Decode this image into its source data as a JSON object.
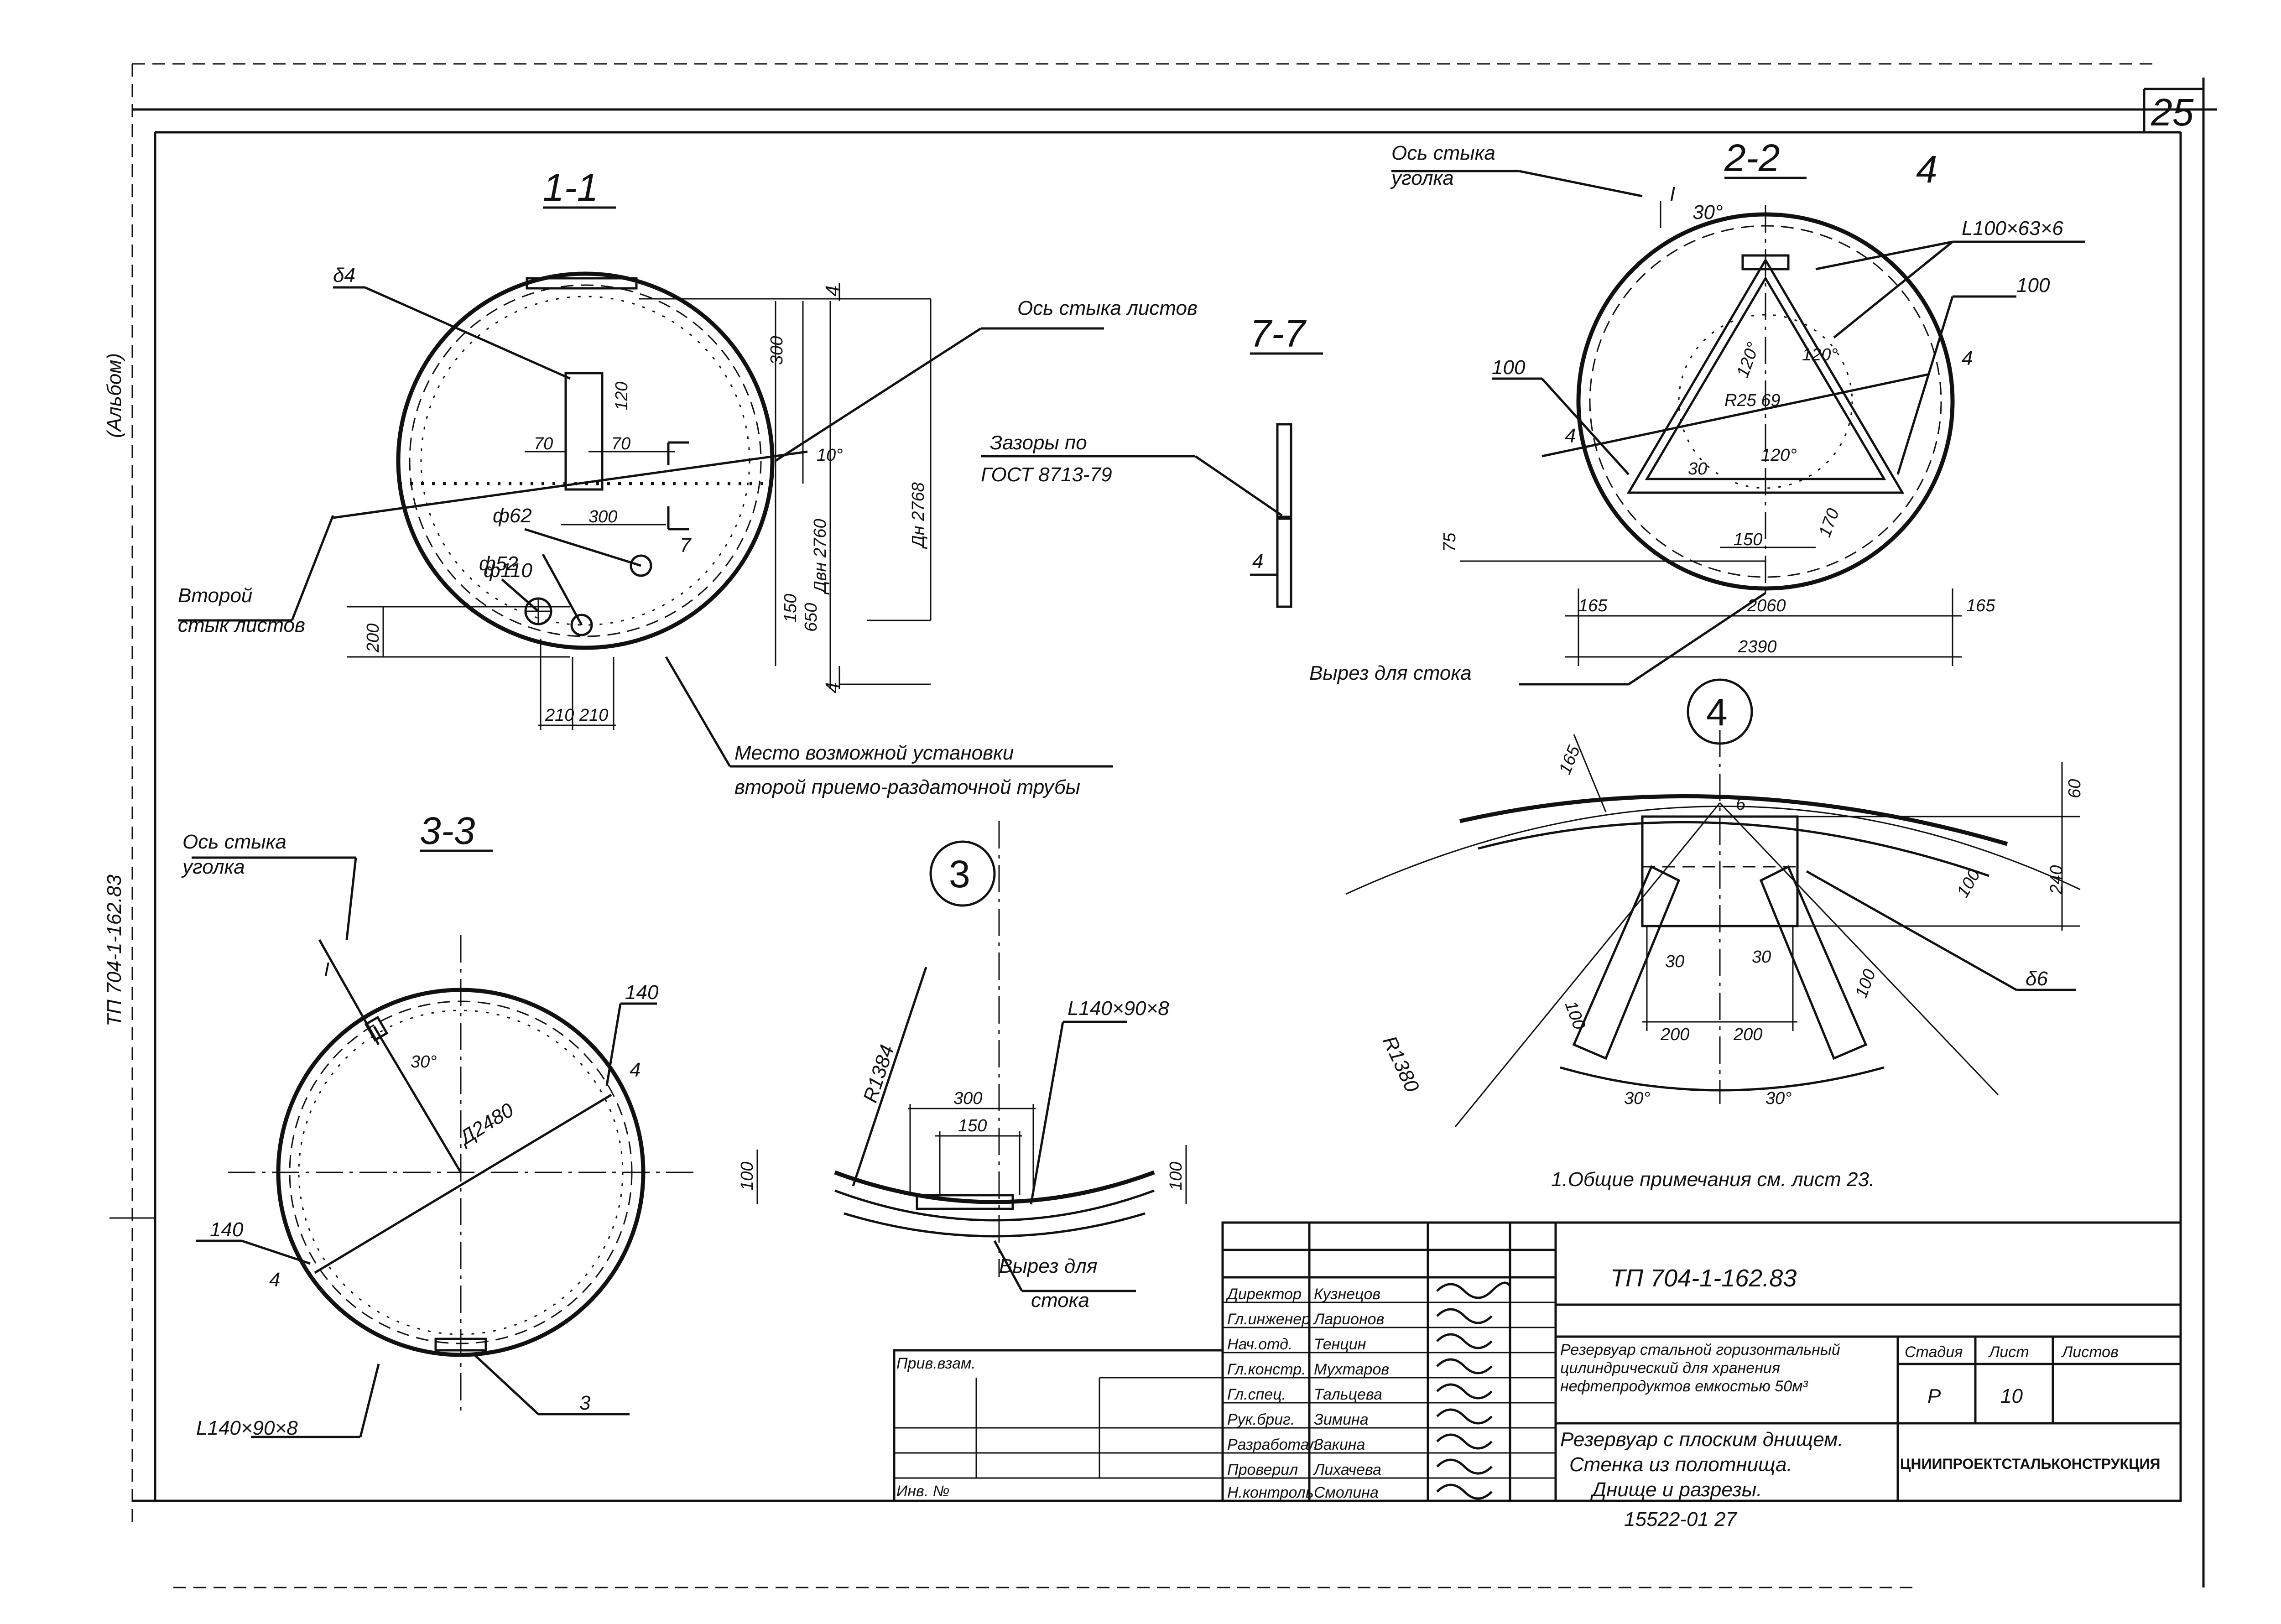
{
  "sheet": {
    "page_number": "25",
    "side_text": "ТП 704-1-162.83",
    "side_text2": "(Альбом)"
  },
  "section_1_1": {
    "title": "1-1",
    "labels": {
      "thickness": "δ4",
      "axis_sheets": "Ось стыка листов",
      "second_joint_line1": "Второй",
      "second_joint_line2": "стык листов",
      "pipe_place_line1": "Место возможной установки",
      "pipe_place_line2": "второй приемо-раздаточной трубы",
      "d62a": "ф62",
      "d52": "ф52",
      "d110": "ф110",
      "section_mark": "7"
    },
    "dims": {
      "d300_top": "300",
      "d120": "120",
      "d70a": "70",
      "d70b": "70",
      "d300_mid": "300",
      "angle10": "10°",
      "dvn": "Двн 2760",
      "dn": "Дн 2768",
      "d150": "150",
      "d650": "650",
      "d200": "200",
      "d210a": "210",
      "d210b": "210",
      "t4_top": "4",
      "t4_bot": "4"
    }
  },
  "section_7_7": {
    "title": "7-7",
    "gap_line1": "Зазоры по",
    "gap_line2": "ГОСТ 8713-79",
    "t4": "4"
  },
  "section_2_2": {
    "title": "2-2",
    "labels": {
      "axis_angle_line1": "Ось стыка",
      "axis_angle_line2": "уголка",
      "t4a": "4",
      "profile": "L100×63×6",
      "d100a": "100",
      "d100b": "100",
      "t4b": "4",
      "t4c": "4",
      "cut": "Вырез для стока",
      "i1": "I"
    },
    "dims": {
      "angle30": "30°",
      "a120a": "120°",
      "a120b": "120°",
      "a120c": "120°",
      "r1": "R25 69",
      "d30": "30",
      "d150": "150",
      "d170": "170",
      "d75": "75",
      "d165a": "165",
      "d2060": "2060",
      "d165b": "165",
      "d2390": "2390"
    }
  },
  "section_3_3": {
    "title": "3-3",
    "labels": {
      "axis_angle_line1": "Ось стыка",
      "axis_angle_line2": "уголка",
      "d140a": "140",
      "d140b": "140",
      "t4a": "4",
      "t4b": "4",
      "diam": "Д2480",
      "angle30": "30°",
      "profile": "L140×90×8",
      "node3": "3",
      "i1": "I"
    }
  },
  "node_3": {
    "number": "3",
    "radius": "R1384",
    "profile": "L140×90×8",
    "d300": "300",
    "d150": "150",
    "d100a": "100",
    "d100b": "100",
    "cut_line1": "Вырез для",
    "cut_line2": "стока"
  },
  "node_4": {
    "number": "4",
    "d165": "165",
    "d60": "60",
    "d240": "240",
    "d100a": "100",
    "d100b": "100",
    "d100c": "100",
    "w6": "6",
    "d30a": "30",
    "d30b": "30",
    "d200a": "200",
    "d200b": "200",
    "a30a": "30°",
    "a30b": "30°",
    "radius": "R1380",
    "thickness": "δ6"
  },
  "notes": {
    "general": "1.Общие примечания см. лист 23."
  },
  "title_block": {
    "code": "ТП 704-1-162.83",
    "description_line1": "Резервуар стальной горизонтальный",
    "description_line2": "цилиндрический для хранения",
    "description_line3": "нефтепродуктов емкостью 50м³",
    "sheet_title_line1": "Резервуар с плоским днищем.",
    "sheet_title_line2": "Стенка из полотнища.",
    "sheet_title_line3": "Днище и разрезы.",
    "stage_header": "Стадия",
    "sheet_header": "Лист",
    "sheets_header": "Листов",
    "stage": "Р",
    "sheet_no": "10",
    "organization": "ЦНИИПРОЕКТСТАЛЬКОНСТРУКЦИЯ",
    "attached": "Прив.взам.",
    "inv": "Инв. №",
    "bottom_stamp": "15522-01 27",
    "people": [
      {
        "role": "Директор",
        "name": "Кузнецов"
      },
      {
        "role": "Гл.инженер",
        "name": "Ларионов"
      },
      {
        "role": "Нач.отд.",
        "name": "Тенцин"
      },
      {
        "role": "Гл.констр.",
        "name": "Мухтаров"
      },
      {
        "role": "Гл.спец.",
        "name": "Тальцева"
      },
      {
        "role": "Рук.бриг.",
        "name": "Зимина"
      },
      {
        "role": "Разработал",
        "name": "Закина"
      },
      {
        "role": "Проверил",
        "name": "Лихачева"
      },
      {
        "role": "Н.контроль",
        "name": "Смолина"
      }
    ]
  }
}
